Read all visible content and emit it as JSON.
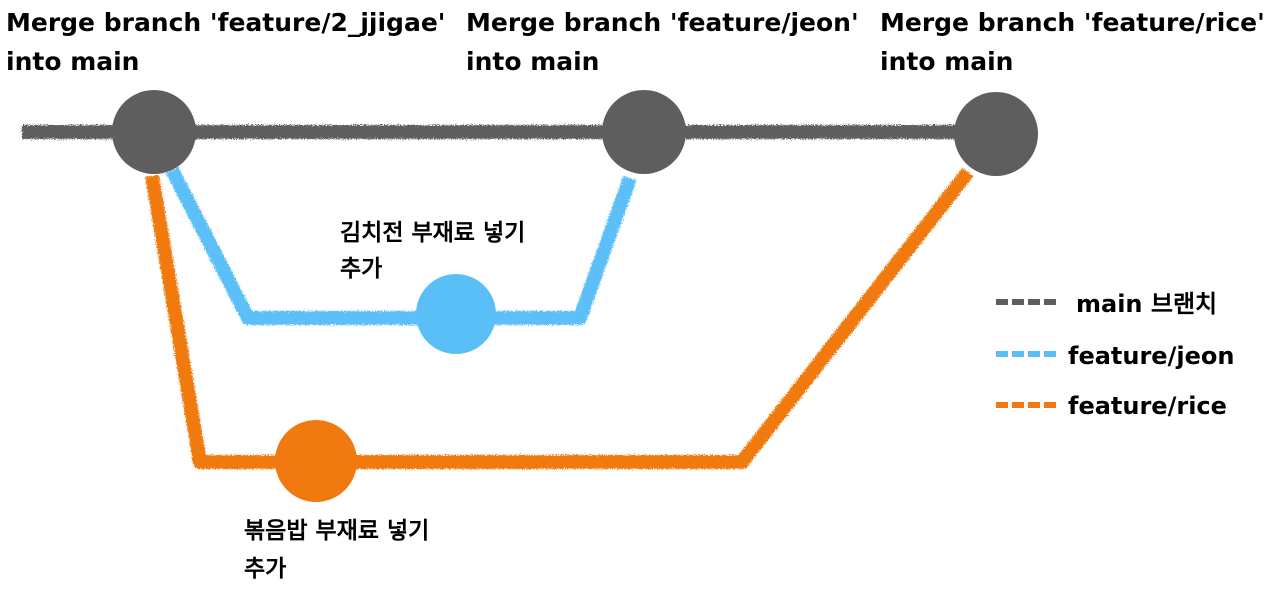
{
  "colors": {
    "main": "#5e5e5e",
    "jeon": "#5bbff7",
    "rice": "#f07a10",
    "text": "#000000"
  },
  "commits": {
    "merge_jjigae": [
      "Merge branch 'feature/2_jjigae'",
      "into main"
    ],
    "merge_jeon": [
      "Merge branch 'feature/jeon'",
      "into main"
    ],
    "merge_rice": [
      "Merge branch 'feature/rice'",
      "into main"
    ],
    "jeon_commit": [
      "김치전 부재료 넣기",
      "추가"
    ],
    "rice_commit": [
      "볶음밥 부재료 넣기",
      "추가"
    ]
  },
  "legend": {
    "main": "main 브랜치",
    "jeon": "feature/jeon",
    "rice": "feature/rice"
  }
}
